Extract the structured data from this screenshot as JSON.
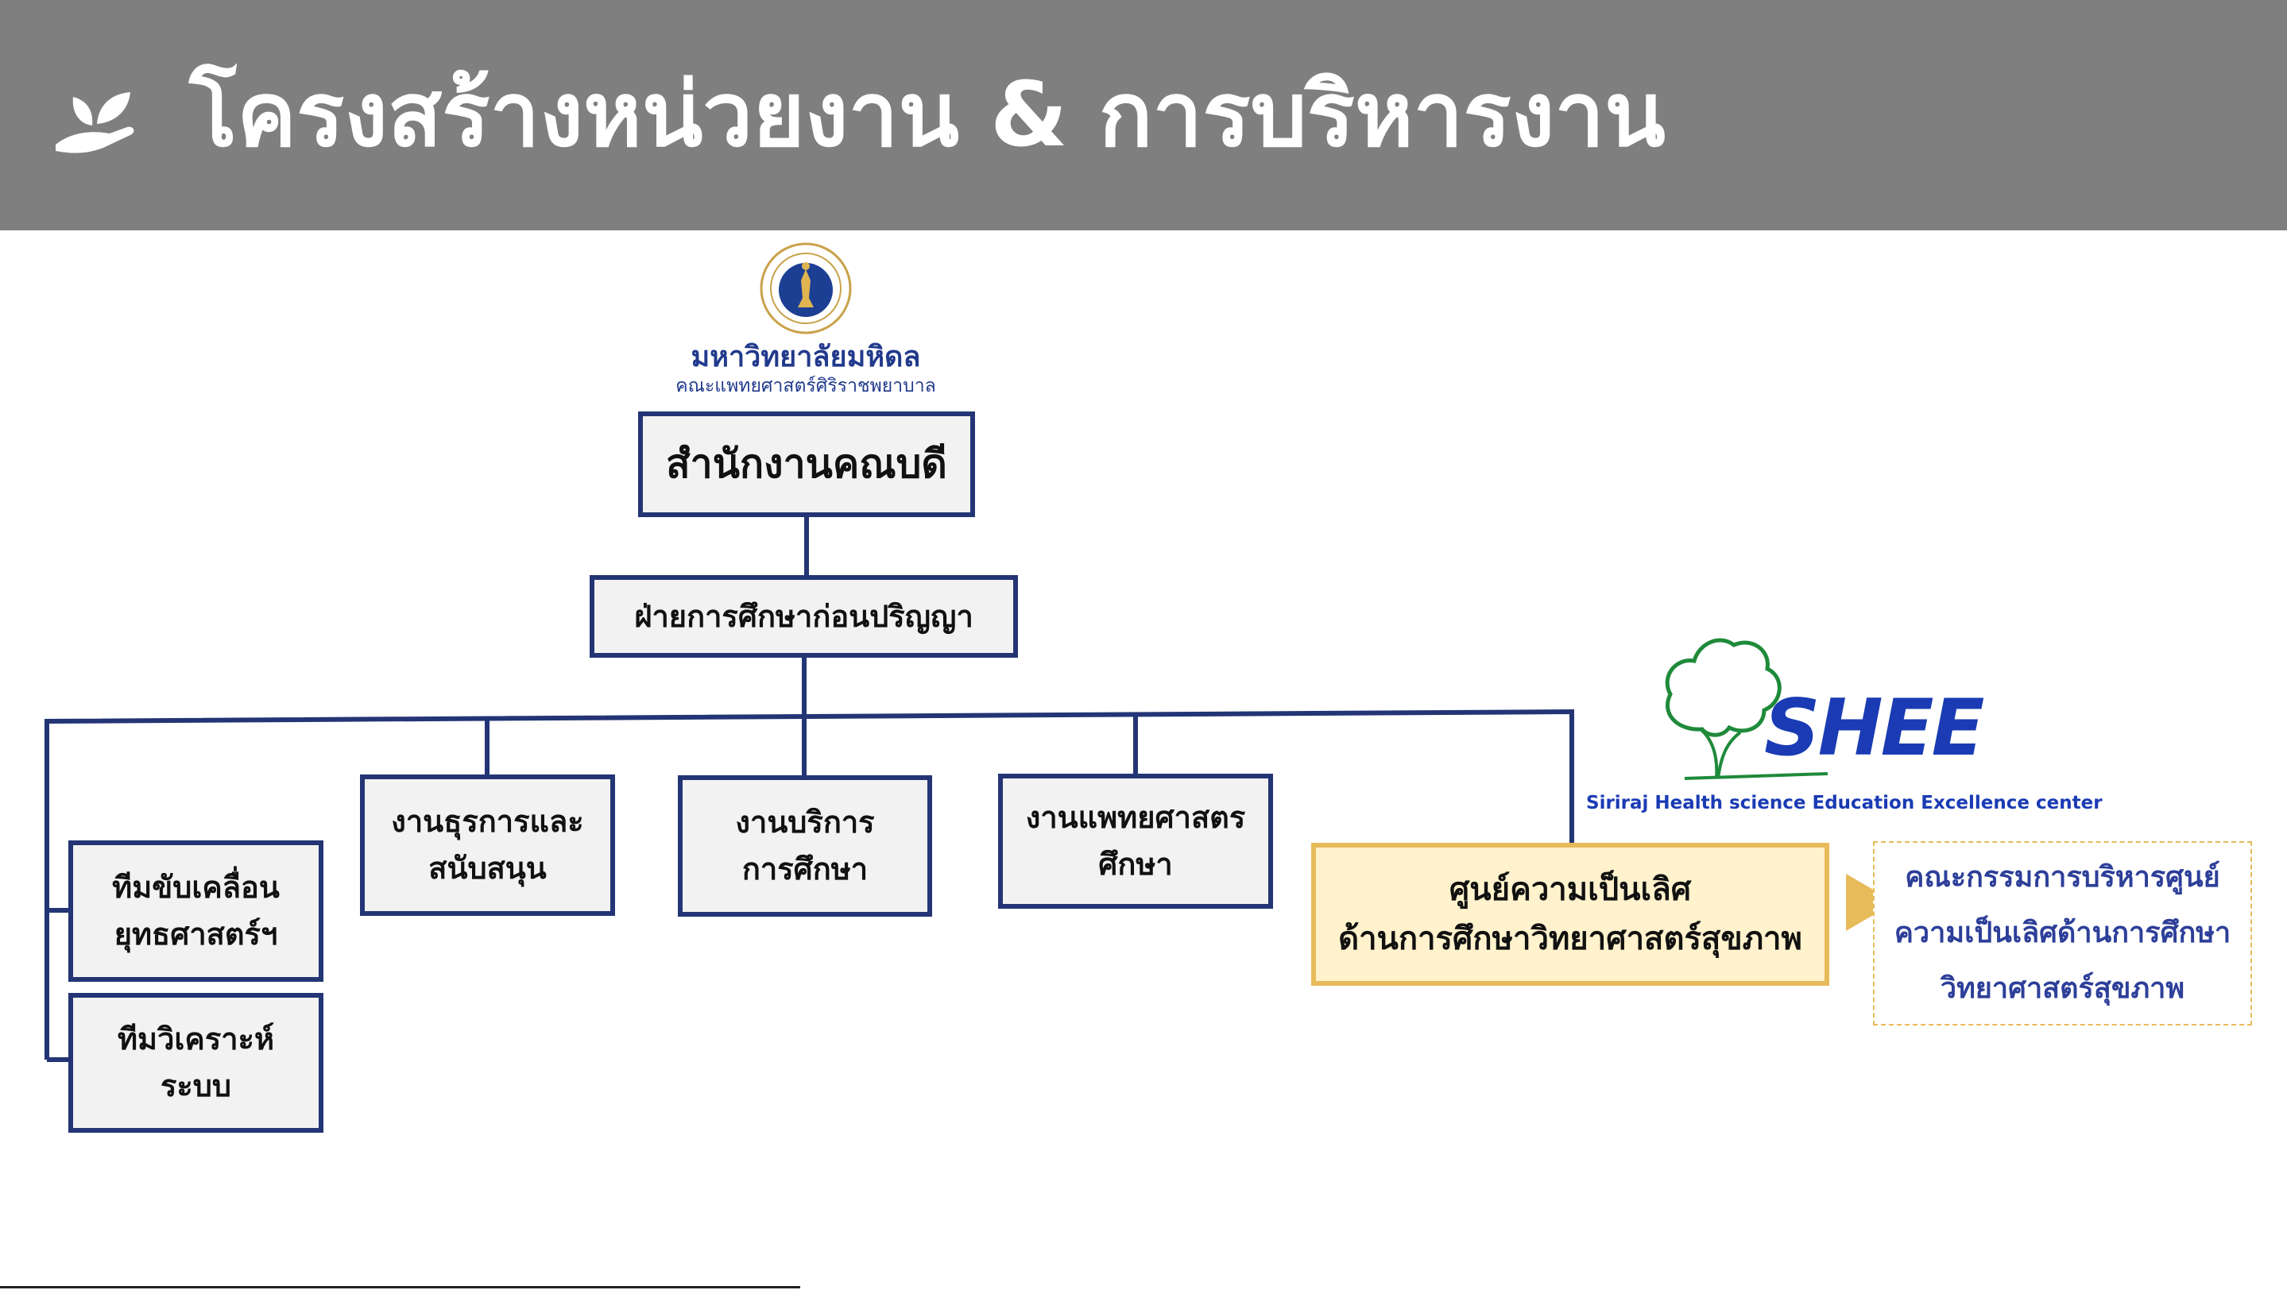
{
  "header": {
    "title": "โครงสร้างหน่วยงาน & การบริหารงาน",
    "icon": "hand-leaf-icon"
  },
  "logos": {
    "mahidol": {
      "name": "มหาวิทยาลัยมหิดล",
      "subtitle": "คณะแพทยศาสตร์ศิริราชพยาบาล",
      "icon": "mahidol-seal-icon"
    },
    "shee": {
      "wordmark": "SHEE",
      "tagline": "Siriraj Health science Education Excellence center",
      "icon": "tree-icon"
    }
  },
  "org": {
    "dean_office": [
      "สำนักงานคณบดี"
    ],
    "undergrad_division": [
      "ฝ่ายการศึกษาก่อนปริญญา"
    ],
    "admin_support": [
      "งานธุรการและ",
      "สนับสนุน"
    ],
    "education_service": [
      "งานบริการ",
      "การศึกษา"
    ],
    "medical_education": [
      "งานแพทยศาสตร",
      "ศึกษา"
    ],
    "strategy_team": [
      "ทีมขับเคลื่อน",
      "ยุทธศาสตร์ฯ"
    ],
    "analysis_team": [
      "ทีมวิเคราะห์",
      "ระบบ"
    ],
    "shee_center": [
      "ศูนย์ความเป็นเลิศ",
      "ด้านการศึกษาวิทยาศาสตร์สุขภาพ"
    ],
    "committee": [
      "คณะกรรมการบริหารศูนย์",
      "ความเป็นเลิศด้านการศึกษา",
      "วิทยาศาสตร์สุขภาพ"
    ]
  },
  "colors": {
    "header_bg": "#7f7f7f",
    "node_border": "#233575",
    "highlight_border": "#e8bb5a",
    "highlight_fill": "#fff2cc",
    "committee_text": "#2d3f99"
  }
}
